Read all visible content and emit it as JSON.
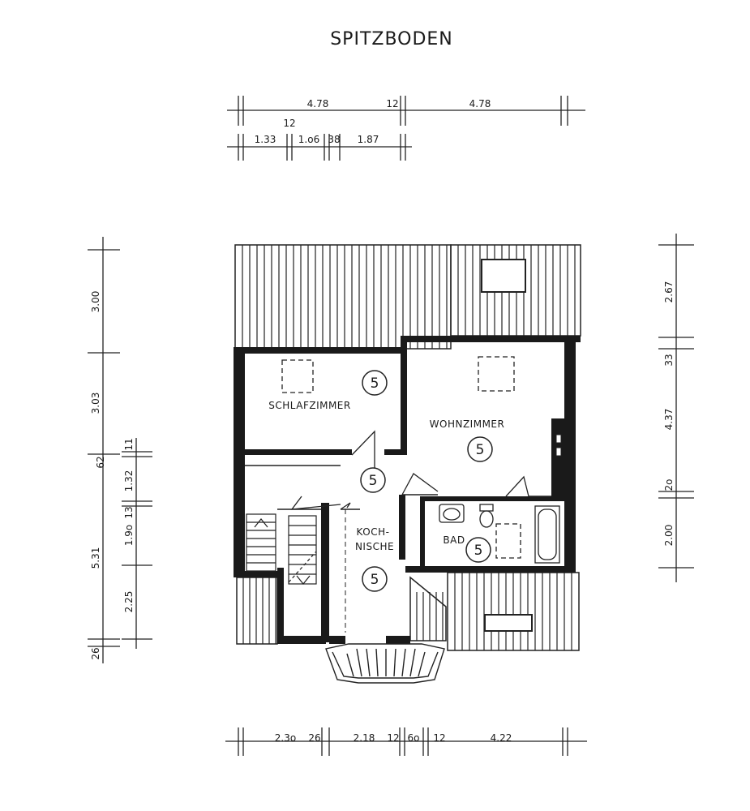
{
  "title": "SPITZBODEN",
  "dims_top1": [
    "4.78",
    "12",
    "4.78"
  ],
  "dims_top2": [
    "12",
    "1.33",
    "1.o6",
    "38",
    "1.87"
  ],
  "dims_left1": [
    "3.00",
    "3.03",
    "5.31",
    "26"
  ],
  "dims_left2": [
    "11",
    "62",
    "1.32",
    "13",
    "1.9o",
    "2.25"
  ],
  "dims_right": [
    "2.67",
    "33",
    "4.37",
    "2o",
    "2.00"
  ],
  "dims_bottom": [
    "2.3o",
    "26",
    "2.18",
    "12",
    "6o",
    "12",
    "4.22"
  ],
  "rooms": {
    "schlafzimmer": "SCHLAFZIMMER",
    "wohnzimmer": "WOHNZIMMER",
    "koch1": "KOCH-",
    "koch2": "NISCHE",
    "bad": "BAD"
  },
  "room_number": "5"
}
